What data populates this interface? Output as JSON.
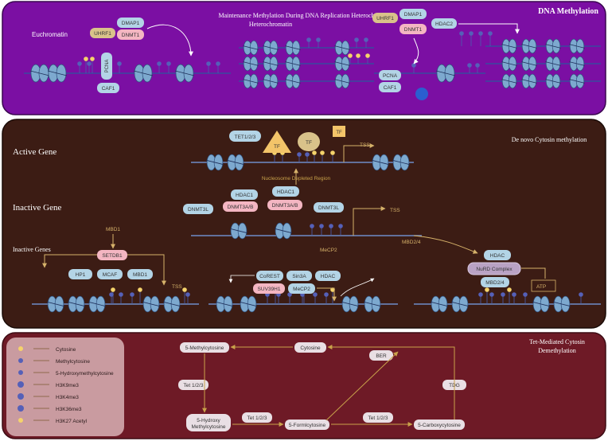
{
  "panel1": {
    "title": "DNA Methylation",
    "subtitle_line1": "Maintenance Methylation During DNA Replication Heterochromatin",
    "subtitle_line2": "Heterochromatin",
    "euchromatin": "Euchromatin",
    "uhrf1": "UHRF1",
    "dmap1": "DMAP1",
    "dnmt1": "DNMT1",
    "pcna": "PCNA",
    "caf1": "CAF1",
    "hdac2": "HDAC2"
  },
  "panel2": {
    "title": "De novo Cytosin methylation",
    "active_gene": "Active Gene",
    "inactive_gene": "Inactive Gene",
    "inactive_genes": "Inactive Genes",
    "tet": "TET1/2/3",
    "tf": "TF",
    "tss": "TSS",
    "ndr": "Nucleosome Depleted Region",
    "hdac1": "HDAC1",
    "dnmt3l": "DNMT3L",
    "dnmt3ab": "DNMT3A/B",
    "mbd1": "MBD1",
    "setdb1": "SETDB1",
    "hp1": "HP1",
    "mcaf": "MCAF",
    "mecp2": "MeCP2",
    "corest": "CoREST",
    "sin3a": "Sin3A",
    "hdac": "HDAC",
    "suv39h1": "SUV39H1",
    "mbd24": "MBD2/4",
    "nurd": "NuRD Complex",
    "atp": "ATP"
  },
  "panel3": {
    "title_line1": "Tet-Mediated Cytosin",
    "title_line2": "Demethylation",
    "legend": [
      "Cytosine",
      "Methylcytosine",
      "5-Hydroxymethylcytosine",
      "H3K9me3",
      "H3K4me3",
      "H3K36me3",
      "H3K27 Acetyl"
    ],
    "methylcytosine": "5-Methylcytosine",
    "cytosine": "Cytosine",
    "ber": "BER",
    "tdg": "TDG",
    "tet": "Tet 1/2/3",
    "hydroxy_line1": "5-Hydroxy",
    "hydroxy_line2": "Methylcytosine",
    "formyl": "5-Formlcytosine",
    "carboxy": "5-Carboxycytosine"
  },
  "colors": {
    "panel1_bg": "#7b0fa3",
    "panel2_bg": "#3c1c14",
    "panel3_bg": "#6e1a26",
    "pill_blue": "#b3d4e6",
    "pill_pink": "#f4b6c2",
    "pill_tan": "#d9c28a",
    "nucleosome": "#7da9cf",
    "cytosine": "#f5d36b",
    "methyl": "#5560b8"
  }
}
